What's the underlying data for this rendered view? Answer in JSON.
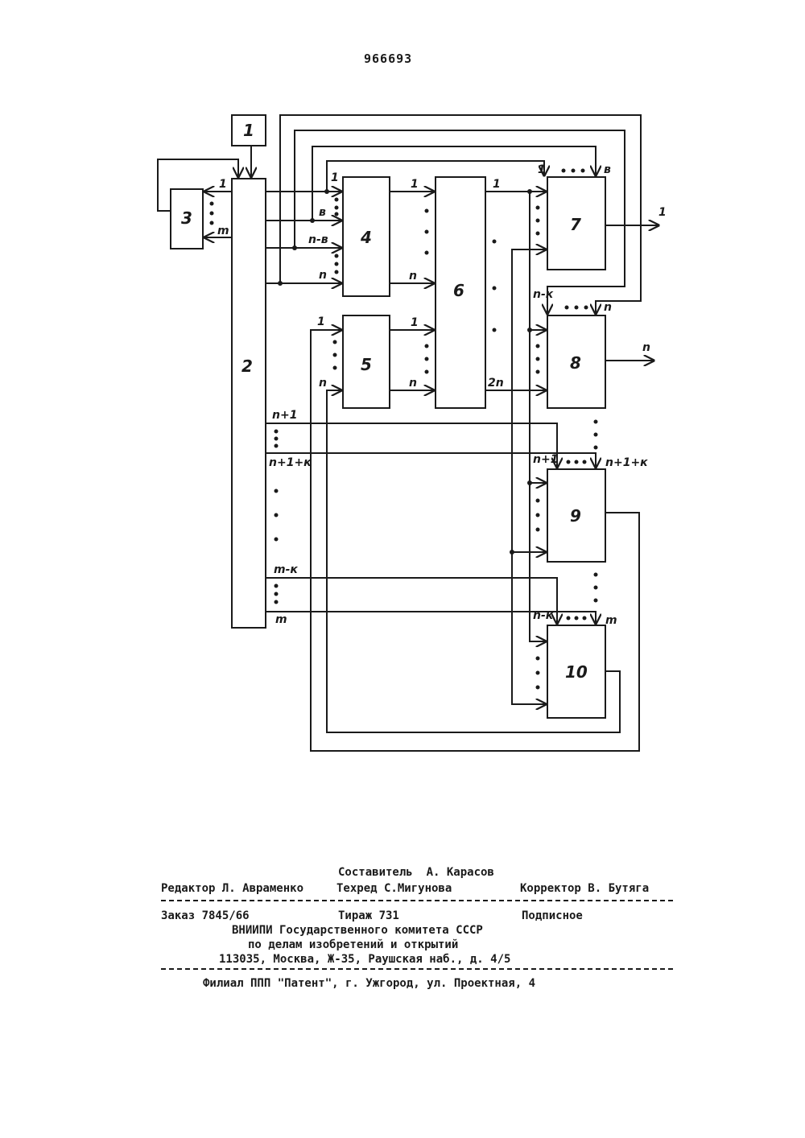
{
  "document_number": "966693",
  "blocks": [
    {
      "id": "b1",
      "label": "1"
    },
    {
      "id": "b2",
      "label": "2"
    },
    {
      "id": "b3",
      "label": "3"
    },
    {
      "id": "b4",
      "label": "4"
    },
    {
      "id": "b5",
      "label": "5"
    },
    {
      "id": "b6",
      "label": "6"
    },
    {
      "id": "b7",
      "label": "7"
    },
    {
      "id": "b8",
      "label": "8"
    },
    {
      "id": "b9",
      "label": "9"
    },
    {
      "id": "b10",
      "label": "10"
    }
  ],
  "ports": {
    "b3_1": "1",
    "b3_m": "m",
    "b4_1": "1",
    "b4_b": "в",
    "b4_nb": "n-в",
    "b4_n": "n",
    "b5_1": "1",
    "b5_n": "n",
    "b4out_1": "1",
    "b4out_n": "n",
    "b5out_1": "1",
    "b5out_n": "n",
    "b6out_1": "1",
    "b6out_2n": "2n",
    "b7_1": "1",
    "b7_b": "в",
    "b8_nk": "n-к",
    "b8_n": "n",
    "b9_n1": "n+1",
    "b9_n1k": "n+1+к",
    "b10_mk": "n-к",
    "b10_m": "m",
    "b2_n1": "n+1",
    "b2_n1k": "n+1+к",
    "b2_mk": "m-к",
    "b2_m": "m",
    "out7": "1",
    "out8": "n"
  },
  "imprint": {
    "composer": "Составитель  А. Карасов",
    "editor": "Редактор Л. Авраменко",
    "techred": "Техред С.Мигунова",
    "corrector": "Корректор В. Бутяга",
    "order": "Заказ 7845/66",
    "circulation": "Тираж 731",
    "subscription": "Подписное",
    "org1": "ВНИИПИ Государственного комитета СССР",
    "org2": "по делам изобретений и открытий",
    "address": "113035, Москва, Ж-35, Раушская наб., д. 4/5",
    "branch": "Филиал ППП \"Патент\", г. Ужгород, ул. Проектная, 4"
  }
}
